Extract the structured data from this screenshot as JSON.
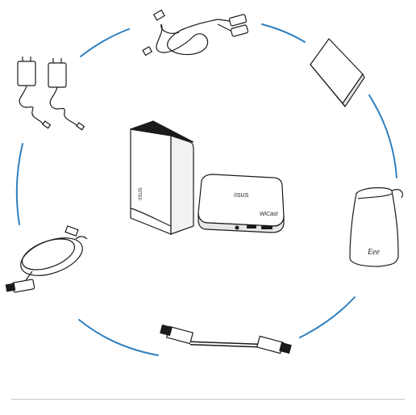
{
  "colors": {
    "ring_arc": "#2f7fbf",
    "line_art": "#1a1a1a",
    "fill_light": "#ffffff",
    "fill_shade": "#e6e6e6",
    "rule": "#c9c9c9"
  },
  "device_labels": {
    "pc_logo": "/ISUS",
    "wicast_logo": "/ISUS",
    "wicast_name": "WiCast",
    "pouch_logo": "Eee"
  },
  "items": [
    {
      "name": "usb-cable-icon"
    },
    {
      "name": "quick-guide-icon"
    },
    {
      "name": "pouch-icon"
    },
    {
      "name": "hdmi-cable-icon"
    },
    {
      "name": "av-cable-icon"
    },
    {
      "name": "power-adapters-icon"
    },
    {
      "name": "mini-pc-icon"
    },
    {
      "name": "wicast-receiver-icon"
    }
  ]
}
